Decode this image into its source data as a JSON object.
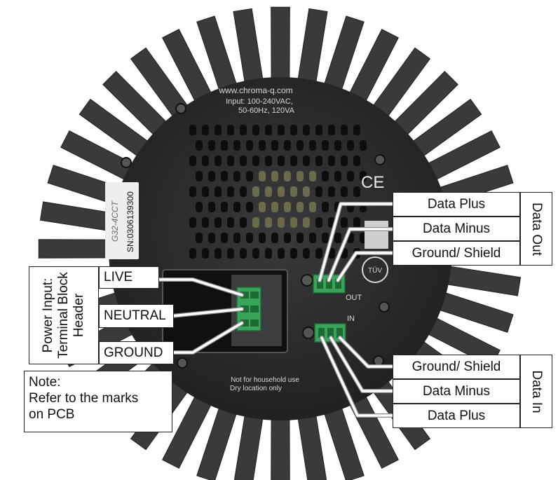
{
  "photo": {
    "url": "www.chroma-q.com",
    "input_line1": "Input: 100-240VAC,",
    "input_line2": "50-60Hz, 120VA",
    "serial": "SN:0306139300",
    "handwritten": "G32-4CCT",
    "ce_mark": "CE",
    "tuv_mark": "TÜV",
    "port_out": "OUT",
    "port_in": "IN",
    "bottom_line1": "Not for household use",
    "bottom_line2": "Dry location only"
  },
  "power": {
    "title": "Power Input: Terminal Block Header",
    "live": "LIVE",
    "neutral": "NEUTRAL",
    "ground": "GROUND"
  },
  "note": {
    "line1": "Note:",
    "line2": "Refer to the marks",
    "line3": "on PCB"
  },
  "data_out": {
    "title": "Data Out",
    "plus": "Data Plus",
    "minus": "Data Minus",
    "shield": "Ground/ Shield"
  },
  "data_in": {
    "title": "Data In",
    "shield": "Ground/ Shield",
    "minus": "Data Minus",
    "plus": "Data Plus"
  },
  "colors": {
    "housing": "#2b2b2d",
    "fin": "#3a3a3c",
    "connector": "#3aa55a",
    "leader": "#ffffff",
    "leader_edge": "#9a9a9a"
  }
}
